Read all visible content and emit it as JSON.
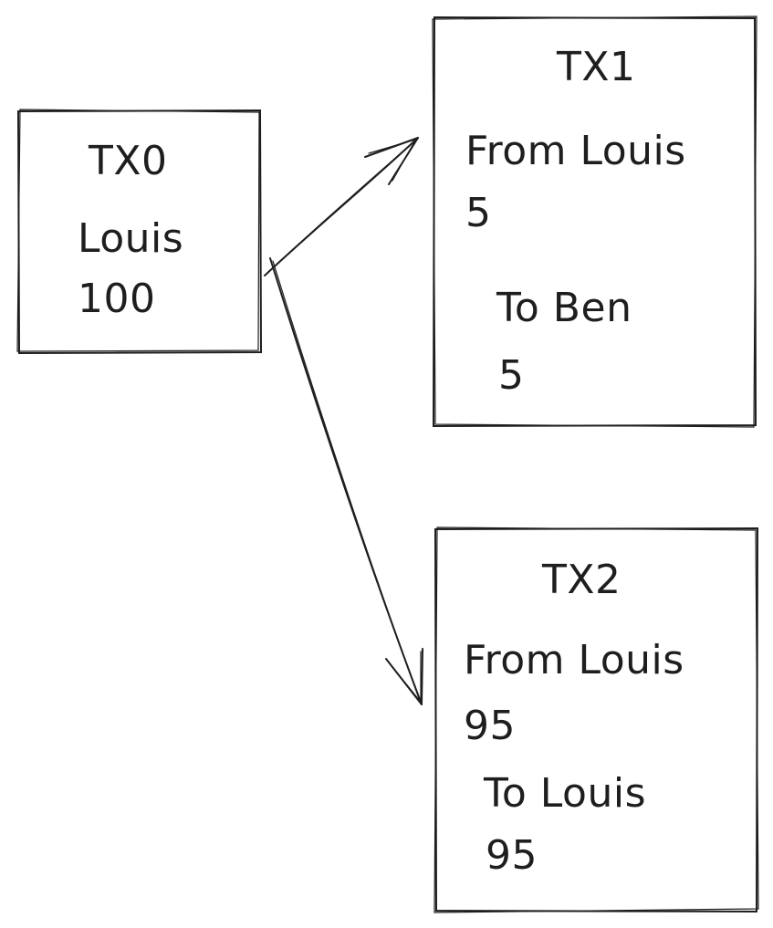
{
  "nodes": [
    {
      "id": "tx0",
      "title": "TX0",
      "owner": "Louis",
      "amount": "100"
    },
    {
      "id": "tx1",
      "title": "TX1",
      "from_label": "From Louis",
      "from_amount": "5",
      "to_label": "To Ben",
      "to_amount": "5"
    },
    {
      "id": "tx2",
      "title": "TX2",
      "from_label": "From Louis",
      "from_amount": "95",
      "to_label": "To Louis",
      "to_amount": "95"
    }
  ],
  "edges": [
    {
      "from": "tx0",
      "to": "tx1"
    },
    {
      "from": "tx0",
      "to": "tx2"
    }
  ],
  "colors": {
    "stroke": "#1e1e1e",
    "background": "#ffffff"
  }
}
